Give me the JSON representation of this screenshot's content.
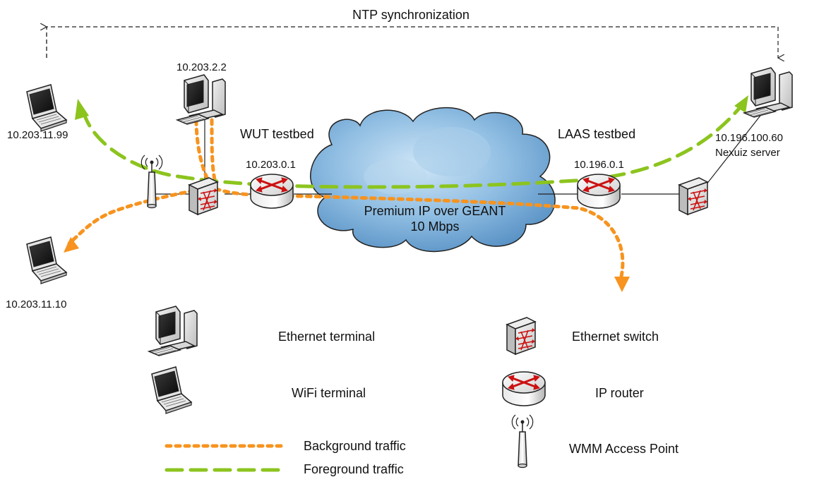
{
  "diagram": {
    "ntp_label": "NTP synchronization",
    "ethernet_terminal_ip": "10.203.2.2",
    "wifi_top_ip": "10.203.11.99",
    "wifi_bottom_ip": "10.203.11.10",
    "wut_label": "WUT testbed",
    "wut_router_ip": "10.203.0.1",
    "laas_label": "LAAS testbed",
    "laas_router_ip": "10.196.0.1",
    "server_ip": "10.196.100.60",
    "server_name": "Nexuiz server",
    "cloud_line1": "Premium IP over GEANT",
    "cloud_line2": "10 Mbps"
  },
  "legend": {
    "ethernet_terminal": "Ethernet terminal",
    "wifi_terminal": "WiFi terminal",
    "ethernet_switch": "Ethernet switch",
    "ip_router": "IP router",
    "access_point": "WMM Access Point",
    "background_traffic": "Background traffic",
    "foreground_traffic": "Foreground traffic"
  },
  "colors": {
    "background_traffic": "#f7931e",
    "foreground_traffic": "#8cc41e",
    "cloud": "#7fb2d9",
    "router_arrows": "#cc1111"
  },
  "icons": {
    "ethernet_terminal": "desktop-computer-icon",
    "wifi_terminal": "laptop-icon",
    "ethernet_switch": "ethernet-switch-icon",
    "ip_router": "ip-router-icon",
    "access_point": "wifi-access-point-icon"
  }
}
